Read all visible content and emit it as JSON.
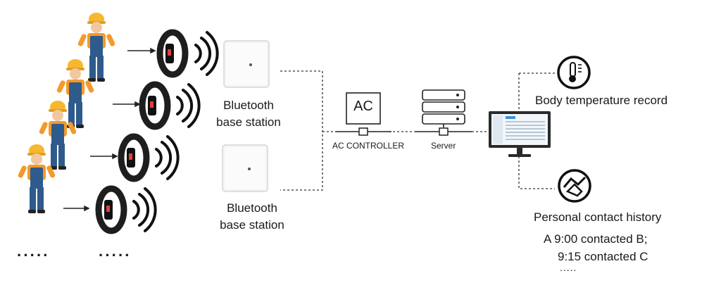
{
  "workers": {
    "ellipsis_left": "·····",
    "ellipsis_right": "·····"
  },
  "base_stations": [
    {
      "label_line1": "Bluetooth",
      "label_line2": "base station"
    },
    {
      "label_line1": "Bluetooth",
      "label_line2": "base station"
    }
  ],
  "ac_controller": {
    "box_text": "AC",
    "label": "AC CONTROLLER"
  },
  "server": {
    "label": "Server"
  },
  "outputs": {
    "temperature_label": "Body temperature record",
    "contact_label": "Personal contact history",
    "contact_line1": "A 9:00 contacted B;",
    "contact_line2": "9:15 contacted C",
    "contact_more": "....."
  },
  "colors": {
    "helmet": "#f5b82e",
    "shirt": "#f39a2a",
    "overalls": "#2f5a8c",
    "skin": "#f2c7a0",
    "band": "#1e1e1e",
    "line": "#333333"
  }
}
